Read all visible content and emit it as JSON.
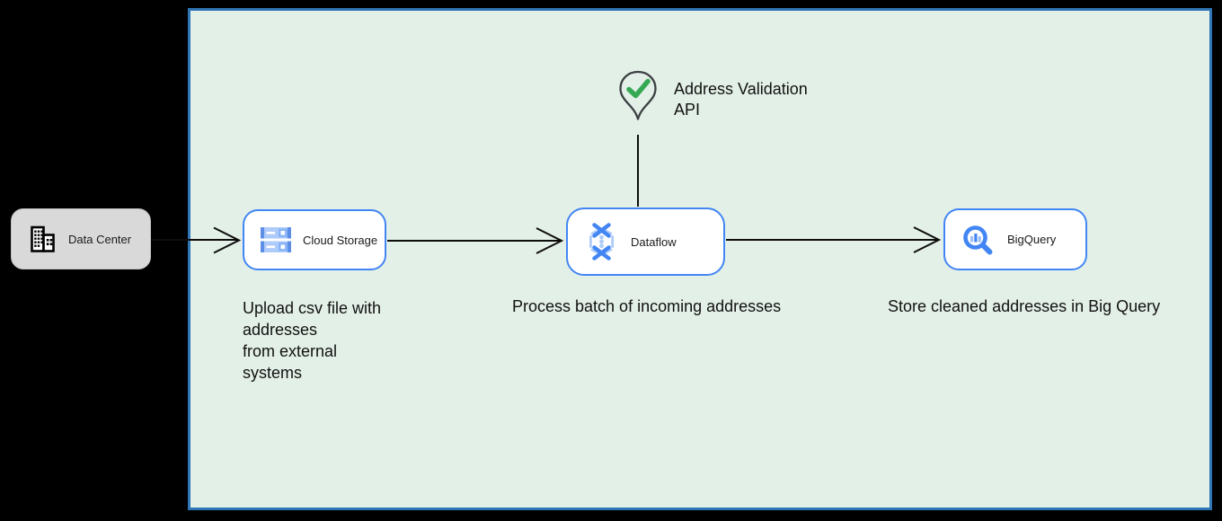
{
  "panel": {
    "fill": "#e3f0e7",
    "border": "#2e76b5"
  },
  "nodes": {
    "data_center": {
      "label": "Data Center",
      "icon": "building-icon",
      "fill": "#d9d9d9"
    },
    "cloud_storage": {
      "label": "Cloud Storage",
      "icon": "cloud-storage-icon",
      "caption": "Upload csv file with\naddresses\nfrom external\nsystems"
    },
    "dataflow": {
      "label": "Dataflow",
      "icon": "dataflow-icon",
      "caption": "Process batch of incoming addresses"
    },
    "bigquery": {
      "label": "BigQuery",
      "icon": "bigquery-icon",
      "caption": "Store cleaned addresses in Big Query"
    }
  },
  "annotations": {
    "address_validation_api": {
      "label": "Address Validation\nAPI",
      "icon": "map-pin-check-icon"
    }
  },
  "edges": [
    {
      "from": "data_center",
      "to": "cloud_storage",
      "style": "open-arrow"
    },
    {
      "from": "cloud_storage",
      "to": "dataflow",
      "style": "open-arrow"
    },
    {
      "from": "dataflow",
      "to": "bigquery",
      "style": "open-arrow"
    },
    {
      "from": "address_validation_api",
      "to": "dataflow",
      "style": "plain-line"
    }
  ],
  "colors": {
    "canvas_bg": "#000000",
    "node_border_blue": "#4285f4",
    "node_fill": "#ffffff",
    "icon_blue": "#4285f4",
    "icon_blue_light": "#aecbfa",
    "check_green": "#34a853",
    "pin_outline": "#3c4043",
    "arrow": "#0d0d0d",
    "data_center_fill": "#d9d9d9"
  }
}
